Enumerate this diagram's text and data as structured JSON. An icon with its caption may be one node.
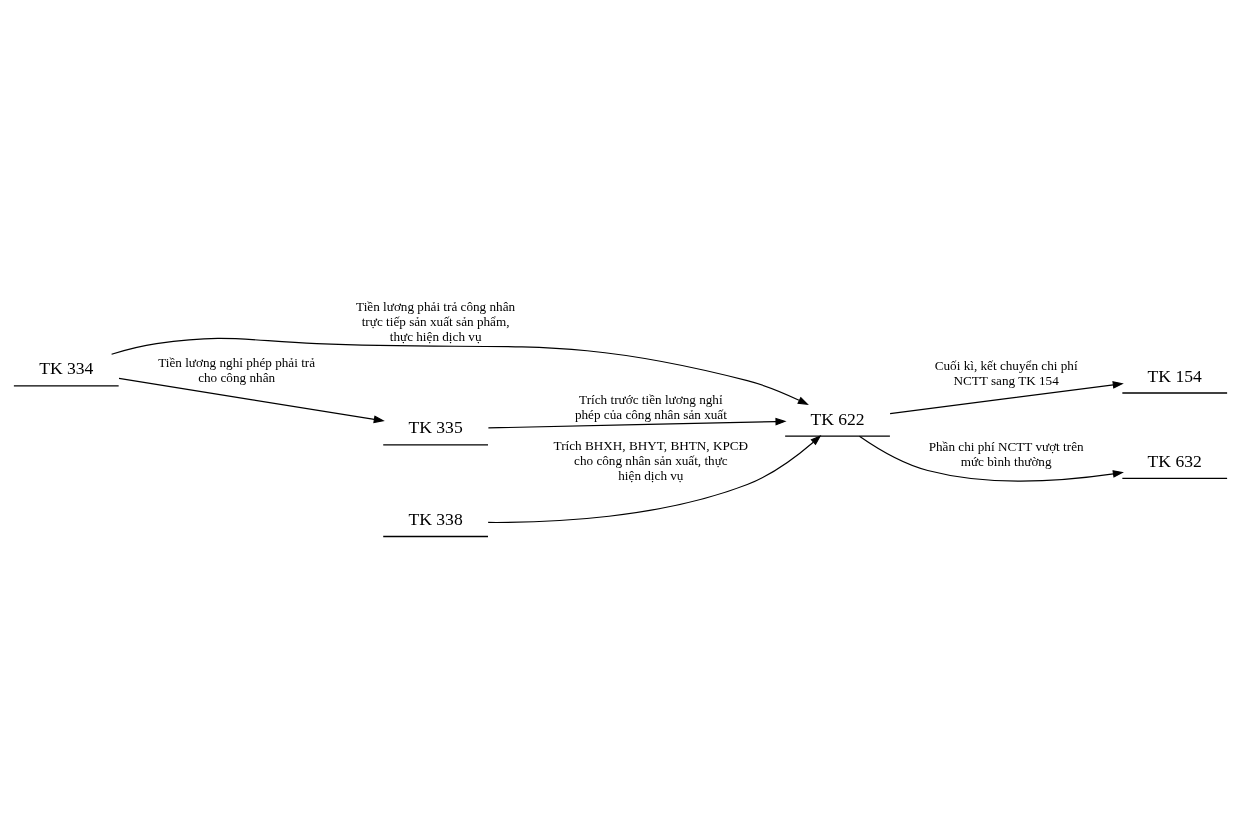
{
  "diagram": {
    "nodes": [
      {
        "text": [
          "TK 334"
        ]
      },
      {
        "text": [
          "TK 622"
        ]
      },
      {
        "text": [
          "TK 154"
        ]
      },
      {
        "text": [
          "TK 335"
        ]
      },
      {
        "text": [
          "TK 338"
        ]
      },
      {
        "text": [
          "TK 632"
        ]
      }
    ],
    "edges": [
      {
        "from": 0,
        "to": 1,
        "arrow": "to",
        "label": "Tiền lương phải trả công nhân trực tiếp sản xuất sản phẩm, thực hiện dịch vụ"
      },
      {
        "from": 1,
        "to": 2,
        "arrow": "to",
        "label": "Cuối kì, kết chuyển chi phí NCTT sang TK 154"
      },
      {
        "from": 0,
        "to": 3,
        "arrow": "to",
        "label": "Tiền lương nghỉ phép phải trả cho công nhân"
      },
      {
        "from": 3,
        "to": 1,
        "arrow": "to",
        "label": "Trích trước tiền lương nghỉ phép của công nhân sản xuất"
      },
      {
        "from": 4,
        "to": 1,
        "arrow": "to",
        "label": "Trích BHXH, BHYT, BHTN, KPCĐ cho công nhân sản xuất, thực hiện dịch vụ"
      },
      {
        "from": 1,
        "to": 5,
        "arrow": "to",
        "label": "Phần chi phí NCTT vượt trên mức bình thường"
      }
    ]
  }
}
